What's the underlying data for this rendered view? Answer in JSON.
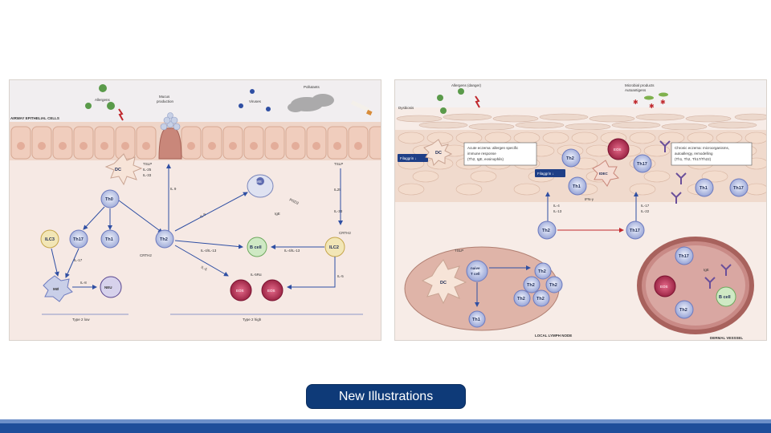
{
  "caption": {
    "label": "New Illustrations"
  },
  "left": {
    "allergens": "Allergens",
    "mucus": "Mucus",
    "production": "production",
    "viruses": "Viruses",
    "pollutants": "Pollutants",
    "airway": "AIRWAY EPITHELIAL CELLS",
    "dc": "DC",
    "tslp_group": [
      "TSLP",
      "IL-25",
      "IL-33"
    ],
    "tslp_right": "TSLP",
    "il25": "IL25",
    "il33": "IL-33",
    "il9a": "IL-9",
    "il9b": "IL 9",
    "ms": "MS",
    "pgd2": "PGD2",
    "ige": "IgE",
    "th0": "Th0",
    "ilc3": "ILC3",
    "th17": "Th17",
    "th1": "Th1",
    "th2": "Th2",
    "crth2a": "CRTH2",
    "crth2b": "CRTH2",
    "il17": "IL-17",
    "il4_13a": "IL-4/IL-13",
    "il4_13b": "IL-4/IL-13",
    "il5a": "IL-5",
    "il5b": "IL-5",
    "il5ra": "IL-5Rα",
    "bcell": "B cell",
    "ilc2": "ILC2",
    "il8": "IL-8",
    "neu": "NEU",
    "mo": "MØ",
    "eos": "EOS",
    "type2low": "Type 2 low",
    "type2high": "Type 2 high"
  },
  "right": {
    "allergens": "Allergens (danger)",
    "microbial": "Microbial products",
    "autoantigens": "Autoantigens",
    "dysbiosis": "Dysbiosis",
    "filaggrin1": "Filaggrin ↓",
    "filaggrin2": "Filaggrin ↓",
    "dc": "DC",
    "acute": [
      "Acute eczema: allergen specific",
      "immune response",
      "(Th2, IgE, eosinophils)"
    ],
    "chronic": [
      "Chronic eczema: microorganisms,",
      "autoallergy, remodelling",
      "(Th1, Th2, Th17/Th22)"
    ],
    "th2": "Th2",
    "th1": "Th1",
    "th17": "Th17",
    "eos": "EOS",
    "idec": "IDEC",
    "ifn": "IFN-γ",
    "il4": "IL-4",
    "il13": "IL-13",
    "il17": "IL-17",
    "il22": "IL-22",
    "tslp": "TSLP",
    "naive": [
      "naive",
      "T cell"
    ],
    "ige": "IgE",
    "bcell": "B cell",
    "lymph": "LOCAL LYMPH NODE",
    "vessel": "DERMAL VESSSEL"
  }
}
